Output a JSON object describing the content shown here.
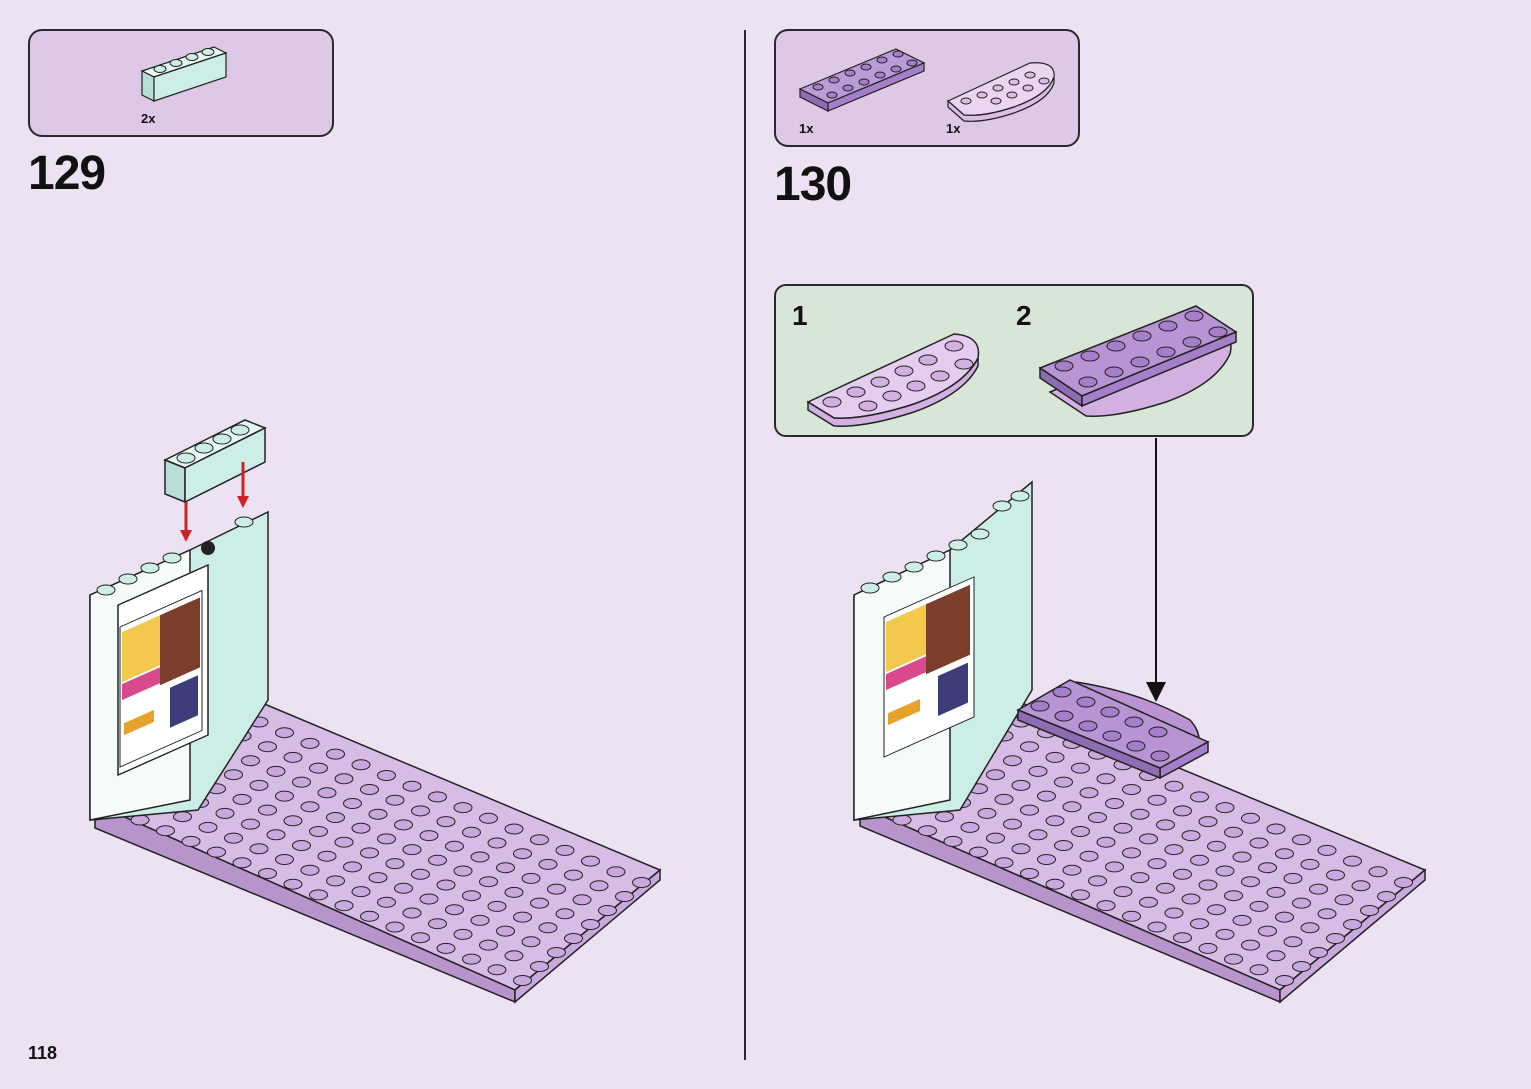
{
  "page": {
    "number": "118"
  },
  "steps": [
    {
      "number": "129",
      "parts": [
        {
          "qty": "2x",
          "name": "1x4 brick",
          "color": "#cdeee6"
        }
      ]
    },
    {
      "number": "130",
      "parts": [
        {
          "qty": "1x",
          "name": "2x6 plate",
          "color": "#a57fc9"
        },
        {
          "qty": "1x",
          "name": "2x6 half-round plate",
          "color": "#dbbde6"
        }
      ],
      "substeps": [
        {
          "number": "1"
        },
        {
          "number": "2"
        }
      ]
    }
  ],
  "colors": {
    "background": "#ece2f3",
    "parts_box": "#ddc8e6",
    "substep_box": "#d8e6d8",
    "baseplate": "#c9a8dd",
    "brick_mint": "#cdeee6",
    "plate_dark_lavender": "#a57fc9",
    "arrow_red": "#d0202a"
  }
}
